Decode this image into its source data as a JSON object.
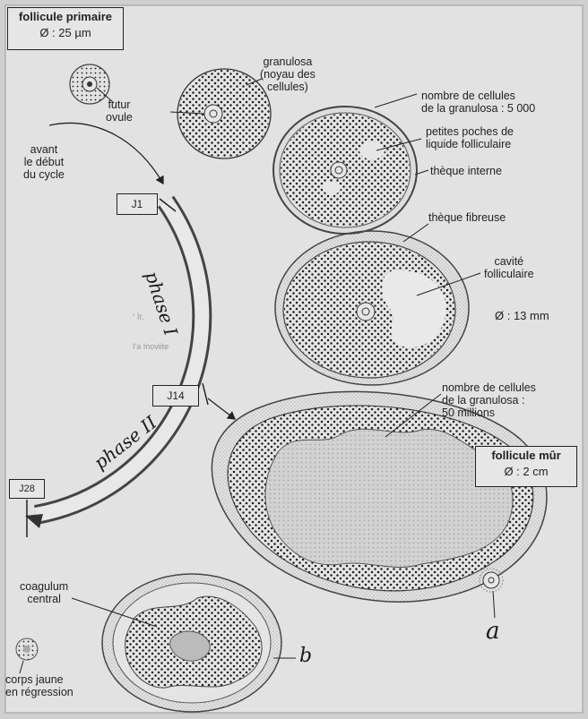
{
  "primary": {
    "title": "follicule primaire",
    "size": "Ø : 25 µm"
  },
  "labels": {
    "futur_ovule": "futur\novule",
    "granulosa_noyau": "granulosa\n(noyau des\ncellules)",
    "avant_debut": "avant\nle début\ndu cycle",
    "nombre_5000": "nombre de cellules\nde la granulosa : 5 000",
    "petites_poches": "petites poches de\nliquide folliculaire",
    "theque_interne": "thèque interne",
    "theque_fibreuse": "thèque fibreuse",
    "cavite": "cavité\nfolliculaire",
    "size_13mm": "Ø : 13 mm",
    "nombre_50m": "nombre de cellules\nde la granulosa :\n50 millions",
    "coagulum": "coagulum\ncentral",
    "corps_jaune": "corps jaune\nen régression"
  },
  "mature": {
    "title": "follicule mûr",
    "size": "Ø : 2 cm"
  },
  "days": {
    "j1": "J1",
    "j14": "J14",
    "j28": "J28"
  },
  "handwriting": {
    "phase1": "phase I",
    "phase2": "phase II",
    "a": "a",
    "b": "b"
  },
  "faint": {
    "left1": "‘ lr.",
    "left2": "I'a Inoviite"
  }
}
